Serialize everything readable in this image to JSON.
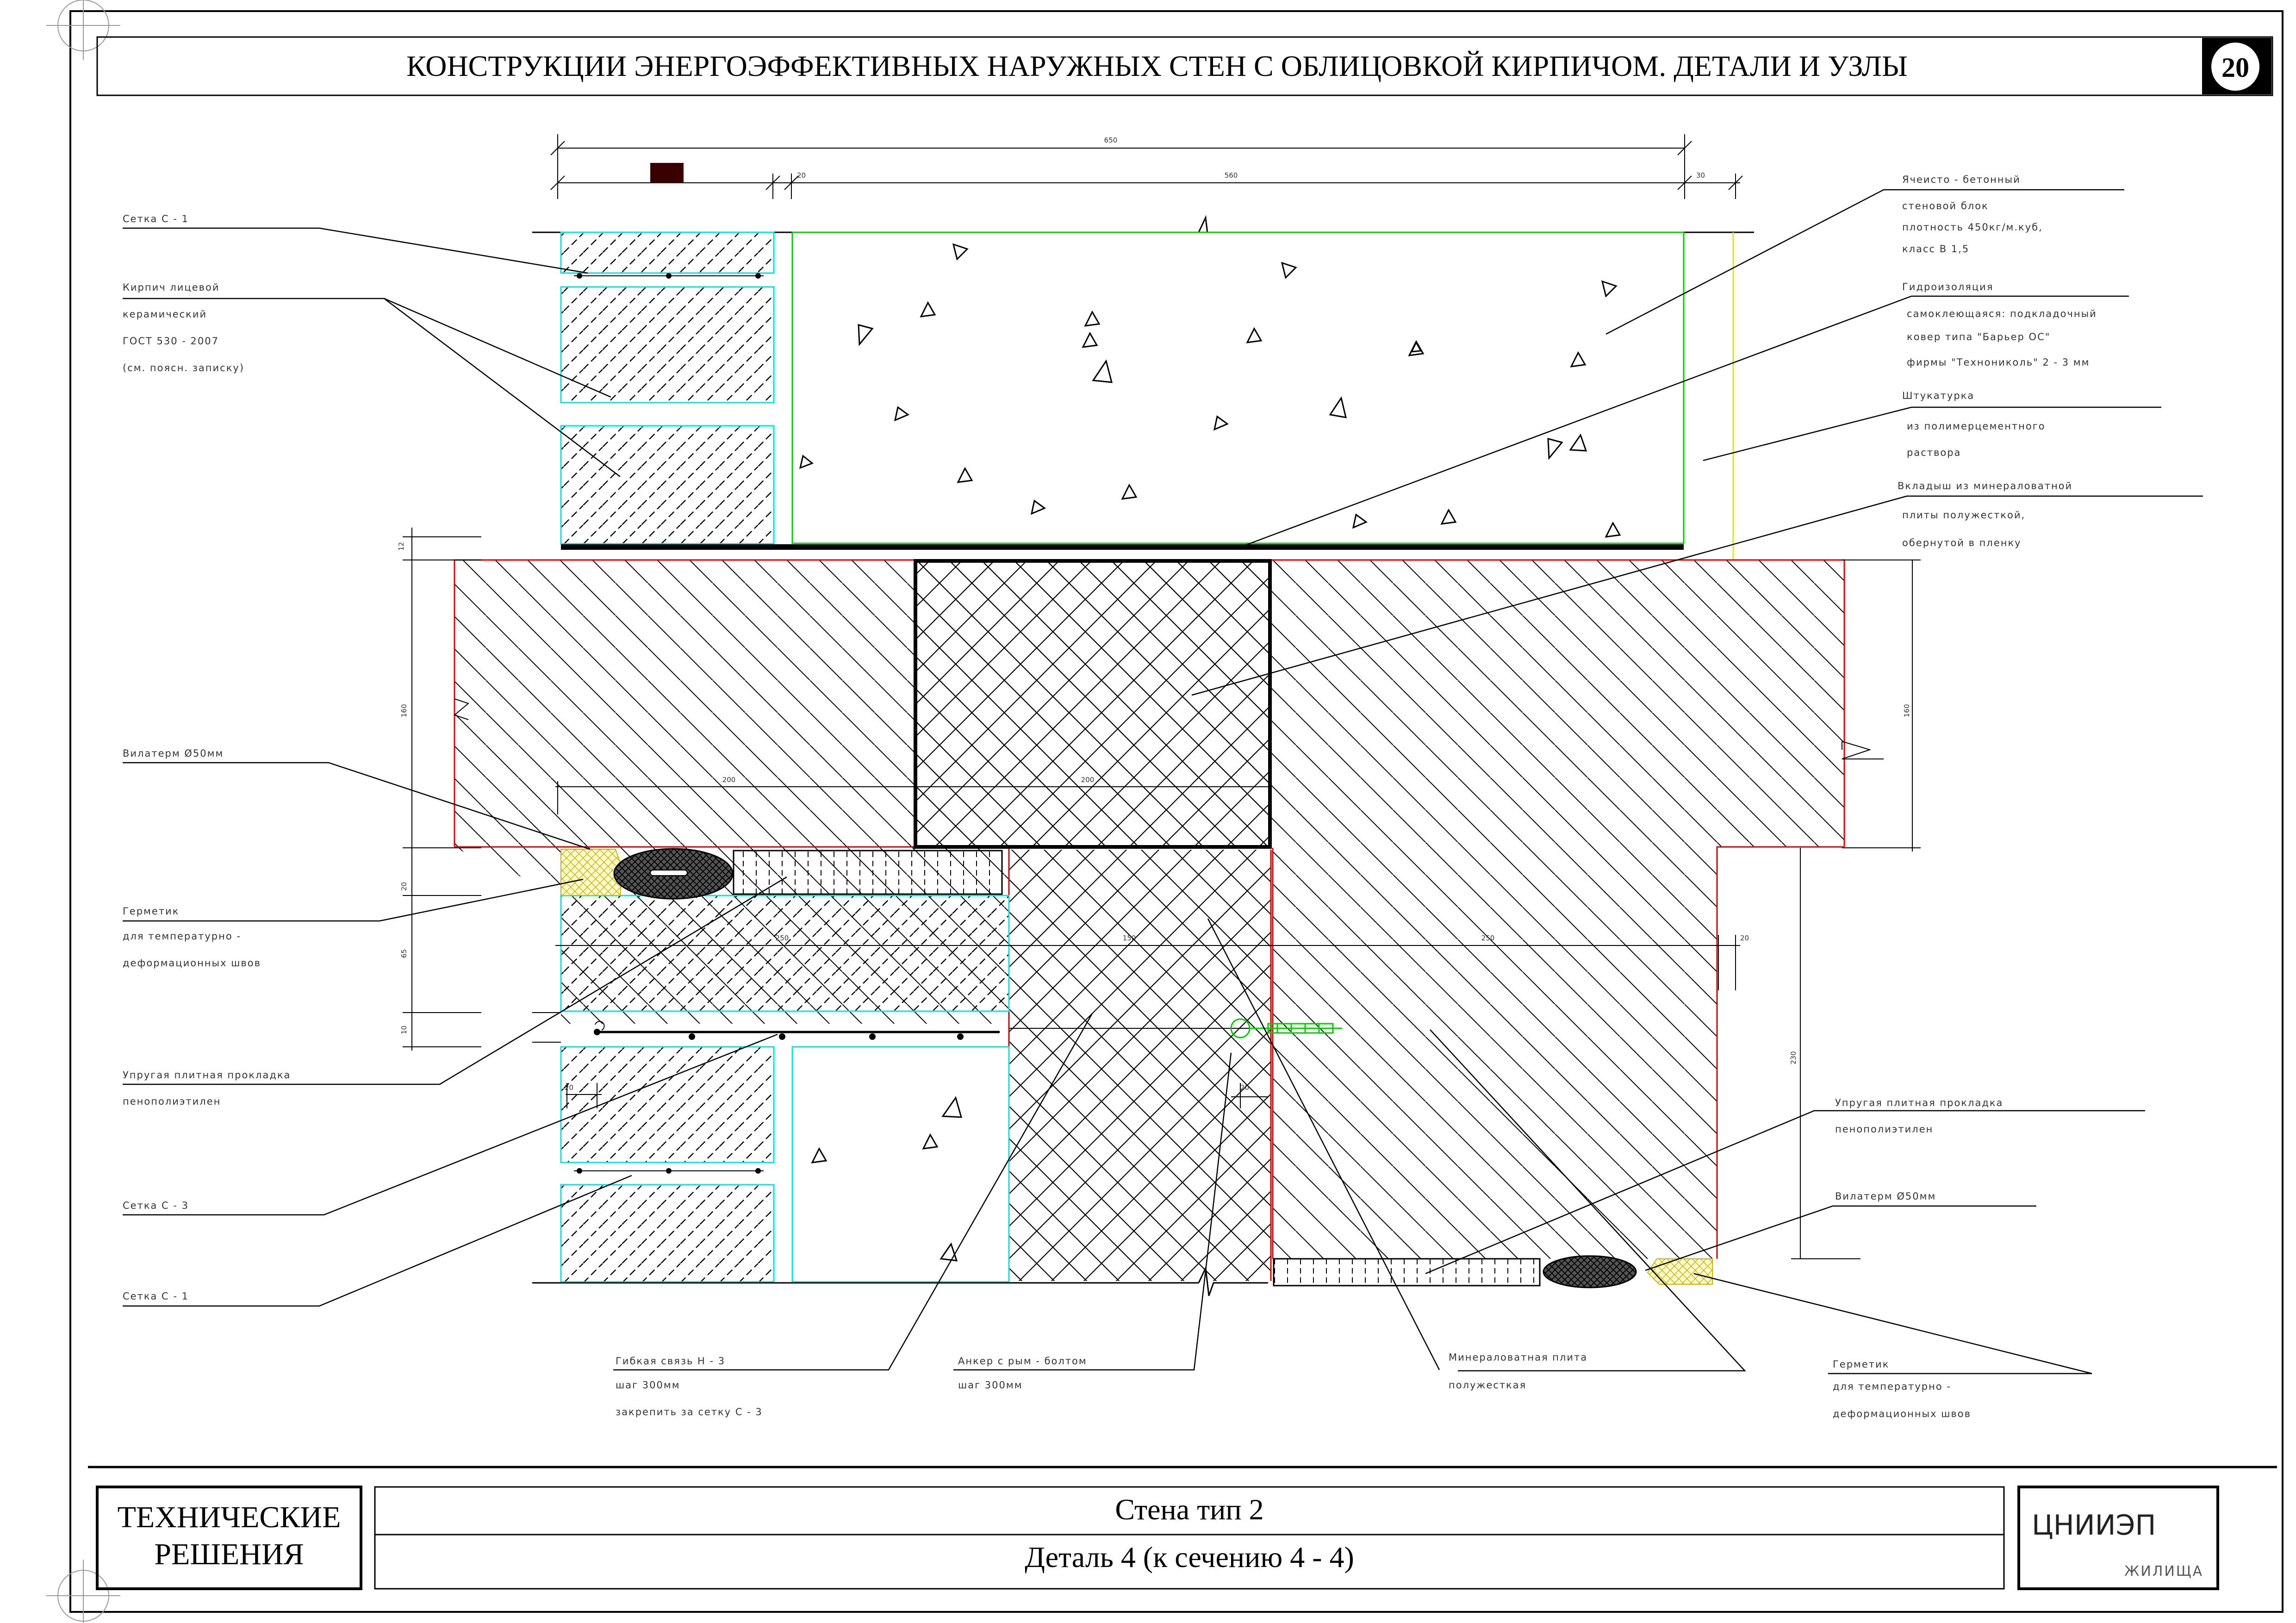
{
  "header": {
    "title": "КОНСТРУКЦИИ ЭНЕРГОЭФФЕКТИВНЫХ НАРУЖНЫХ СТЕН С ОБЛИЦОВКОЙ КИРПИЧОМ. ДЕТАЛИ И УЗЛЫ",
    "sheet_number": "20"
  },
  "titleblock": {
    "section_line1": "ТЕХНИЧЕСКИЕ",
    "section_line2": "РЕШЕНИЯ",
    "name": "Стена тип 2",
    "detail": "Деталь 4 (к сечению 4 - 4)",
    "org": "ЦНИИЭП",
    "org_sub": "ЖИЛИЩА"
  },
  "dimensions": {
    "d650": "650",
    "d20a": "20",
    "d560": "560",
    "d30": "30",
    "d12": "12",
    "d160a": "160",
    "d200a": "200",
    "d200b": "200",
    "d160b": "160",
    "d20b": "20",
    "d250a": "250",
    "d150": "150",
    "d250b": "250",
    "d20c": "20",
    "d65": "65",
    "d10": "10",
    "d20d": "20",
    "d20e": "20",
    "d230": "230"
  },
  "labels": {
    "setka_c1_top": [
      "Сетка  С - 1"
    ],
    "kirpich": [
      "Кирпич  лицевой",
      "керамический",
      "ГОСТ  530 - 2007",
      "(см.  поясн.  записку)"
    ],
    "vilaterm_left": [
      "Вилатерм  Ø50мм"
    ],
    "germetik_left": [
      "Герметик",
      "для  температурно -",
      "деформационных  швов"
    ],
    "prokladka_left": [
      "Упругая  плитная  прокладка",
      "пенополиэтилен"
    ],
    "setka_c3": [
      "Сетка  С - 3"
    ],
    "setka_c1_bottom": [
      "Сетка  С - 1"
    ],
    "gibkaya": [
      "Гибкая  связь  Н - 3",
      "шаг  300мм",
      "закрепить  за  сетку  С - 3"
    ],
    "anker": [
      "Анкер  с  рым - болтом",
      "шаг  300мм"
    ],
    "mineral": [
      "Минераловатная  плита",
      "полужесткая"
    ],
    "germetik_right": [
      "Герметик",
      "для  температурно -",
      "деформационных  швов"
    ],
    "yacheisto": [
      "Ячеисто - бетонный",
      "стеновой  блок",
      "плотность  450кг/м.куб,",
      "класс  В  1,5"
    ],
    "gidro": [
      "Гидроизоляция",
      "самоклеющаяся:  подкладочный",
      "ковер  типа  \"Барьер  ОС\"",
      "фирмы  \"Технониколь\"  2 - 3  мм"
    ],
    "shtukaturka": [
      "Штукатурка",
      "из  полимерцементного",
      "раствора"
    ],
    "vkladysh": [
      "Вкладыш  из  минераловатной",
      "плиты  полужесткой,",
      "обернутой  в  пленку"
    ],
    "prokladka_right": [
      "Упругая  плитная  прокладка",
      "пенополиэтилен"
    ],
    "vilaterm_right": [
      "Вилатерм  Ø50мм"
    ]
  },
  "colors": {
    "outline": "#000000",
    "slab_edge": "#e00000",
    "brick_edge": "#00e5e5",
    "block_edge": "#00cc00",
    "plaster": "#e5e500",
    "sealant": "#ffff99",
    "accent_dark": "#3a0000"
  }
}
